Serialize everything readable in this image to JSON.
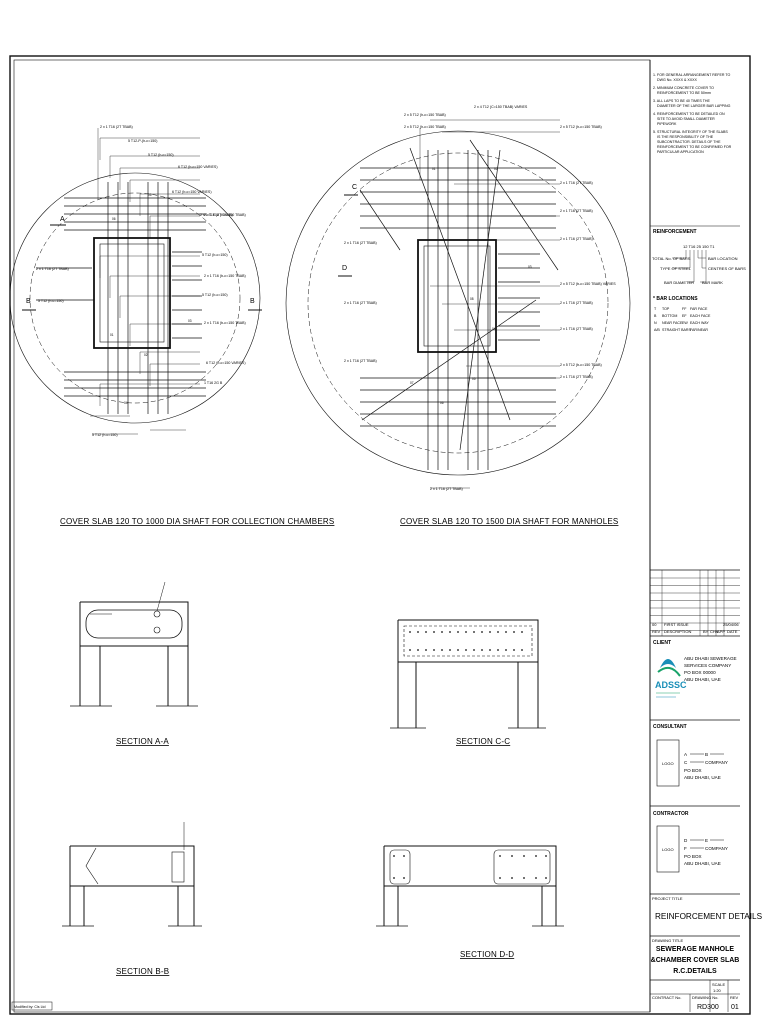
{
  "drawing": {
    "titles": {
      "collection": "COVER SLAB 120 TO 1000 DIA SHAFT FOR COLLECTION CHAMBERS",
      "manholes": "COVER SLAB 120 TO 1500 DIA SHAFT FOR MANHOLES",
      "section_aa": "SECTION A-A",
      "section_cc": "SECTION C-C",
      "section_bb": "SECTION B-B",
      "section_dd": "SECTION D-D"
    },
    "markers": {
      "A": "A",
      "B": "B",
      "C": "C",
      "D": "D"
    },
    "left_labels": [
      "2 x 1 T16 (2T TBAB)",
      "5 T12-P-(h-c=150)",
      "5 T12 (h-c=150)",
      "6 T12 (b-c=150 VARIES)",
      "6 T12 (b-c=150 VARIES)",
      "2 x 1 T16 (b-c=150 TBAB)",
      "5 T12 (b-c=150)",
      "2 x 1 T16 (b-c=150 TBAB)",
      "5 T12 (b-c=150)",
      "2 x 1 T16 (b-c=150 TBAB)",
      "6 T12 (b-c=150 VARIES)",
      "1 T16 2G B",
      "2 x 1 T16 (2T TBAB)",
      "2 x 1 T16 (2T TBAB)",
      "5 T12 (h-c=150)",
      "5 T12 (h-c=150)"
    ],
    "right_labels": [
      "2 x 4 T12 (C=150 TBAB) VARIES",
      "2 x 5 T12 (h-c=150 TBAB)",
      "2 x 5 T12 (h-c=150 TBAB)",
      "2 x 1 T16 (2T TBAB)",
      "2 x 5 T12 (h-c=150 TBAB)",
      "2 x 1 T16 (2T TBAB)",
      "2 x 1 T16 (2T TBAB)",
      "2 x 1 T16 (2T TBAB)",
      "2 x 5 T12 (b-c=150 TBAB) VARIES",
      "2 x 1 T16 (2T TBAB)",
      "2 x 1 T16 (2T TBAB)",
      "2 x 1 T16 (2T TBAB)",
      "2 x 1 T16 (2T TBAB)",
      "2 x 5 T12 (b-c=150 TBAB)",
      "2 x 1 T16 (2T TBAB)",
      "2 x 1 T16 (2T TBAB)"
    ],
    "bar_marks": [
      "01",
      "02",
      "03",
      "04",
      "05",
      "06",
      "07",
      "08"
    ],
    "bottom_left_stamp": "Modified by: Cls Ltd"
  },
  "titleblock": {
    "notes": [
      "1. FOR GENERAL ARRANGEMENT REFER TO DWG No. XXXX & XXXX",
      "2. MINIMUM CONCRETE COVER TO REINFORCEMENT TO BE 50mm",
      "3. ALL LAPS TO BE 40 TIMES THE DIAMETER OF THE LARGER BAR LAPPING",
      "4. REINFORCEMENT TO BE DETAILED ON SITE TO AVOID SMALL DIAMETER PIPEWORK",
      "5. STRUCTURAL INTEGRITY OF THE SLABS IS THE RESPONSIBILITY OF THE SUBCONTRACTOR. DETAILS OF THE REINFORCEMENT TO BE CONFIRMED FOR PARTICULAR APPLICATION"
    ],
    "reinforcement_heading": "REINFORCEMENT",
    "legend_code": "12 T16 25 150 T1",
    "legend_left": [
      "TOTAL No. OF BARS",
      "TYPE OF STEEL",
      "BAR DIAMETER"
    ],
    "legend_right": [
      "BAR LOCATION",
      "CENTRES OF BARS",
      "BAR MARK"
    ],
    "bar_locations_heading": "* BAR LOCATIONS",
    "bar_locations": [
      [
        "T",
        "TOP",
        "FF",
        "FAR FACE"
      ],
      [
        "B",
        "BOTTOM",
        "EF",
        "EACH FACE"
      ],
      [
        "N",
        "NEAR FACE",
        "EW",
        "EACH WAY"
      ],
      [
        "A/B",
        "STRAIGHT BARS",
        "",
        "FAR/NEAR"
      ]
    ],
    "revision_row": [
      "00",
      "FIRST ISSUE",
      "",
      "",
      "",
      "25/04/06"
    ],
    "revision_header": [
      "REV",
      "DESCRIPTION",
      "BY",
      "CHK",
      "APP",
      "DATE"
    ],
    "client_label": "CLIENT",
    "client_name": "ABU DHABI SEWERAGE SERVICES COMPANY",
    "client_addr": "PO BOX 00000",
    "client_city": "ABU DHABI, UAE",
    "adssc_logo": "ADSSC",
    "consultant_label": "CONSULTANT",
    "consultant_logo": "LOGO",
    "consultant_name_a": "A",
    "consultant_name_b": "B",
    "consultant_name_c": "C",
    "consultant_company": "COMPANY",
    "consultant_box": "PO BOX",
    "consultant_city": "ABU DHABI, UAE",
    "contractor_label": "CONTRACTOR",
    "contractor_logo": "LOGO",
    "contractor_name_d": "D",
    "contractor_name_e": "E",
    "contractor_name_f": "F",
    "contractor_company": "COMPANY",
    "contractor_box": "PO BOX",
    "contractor_city": "ABU DHABI, UAE",
    "project_title_label": "PROJECT TITLE",
    "project_title": "REINFORCEMENT DETAILS",
    "drawing_title_label": "DRAWING TITLE",
    "drawing_title_1": "SEWERAGE MANHOLE",
    "drawing_title_2": "&CHAMBER COVER SLAB",
    "drawing_title_3": "R.C.DETAILS",
    "scale_label": "SCALE",
    "scale_value": "1:20",
    "contract_label": "CONTRACT No.",
    "drawing_no_label": "DRAWING No.",
    "drawing_no": "RD300",
    "rev_label": "REV",
    "rev_value": "01"
  }
}
